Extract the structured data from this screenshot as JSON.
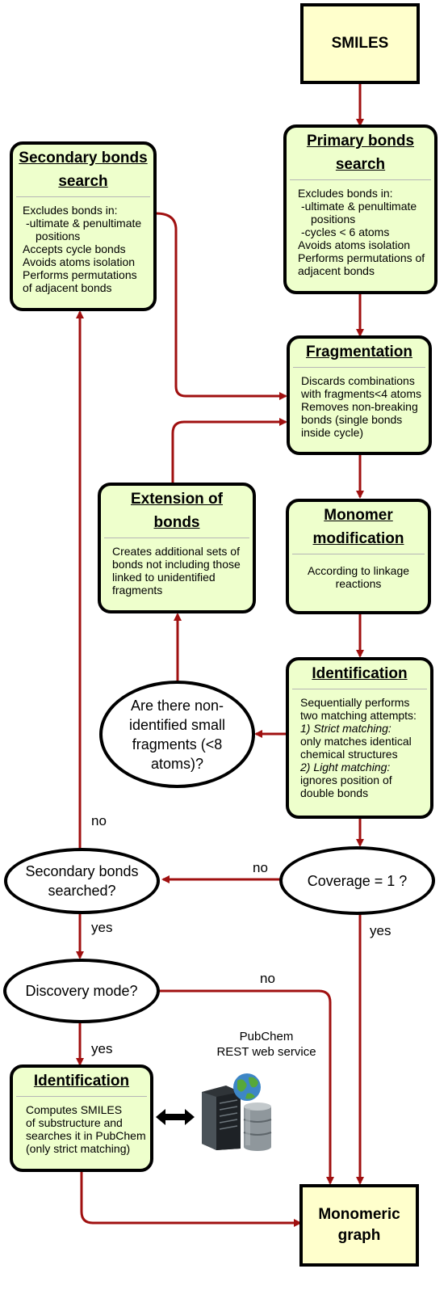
{
  "smiles": "SMILES",
  "primary": {
    "title1": "Primary bonds",
    "title2": "search",
    "lines": [
      "Excludes bonds in:",
      "  -ultimate & penultimate",
      "   positions",
      "  -cycles < 6 atoms",
      "Avoids atoms isolation",
      "Performs permutations of",
      "adjacent bonds"
    ]
  },
  "secondary": {
    "title1": "Secondary bonds",
    "title2": "search",
    "lines": [
      "Excludes bonds in:",
      "  -ultimate & penultimate",
      "   positions",
      "Accepts cycle bonds",
      "Avoids atoms isolation",
      "Performs permutations",
      "of adjacent bonds"
    ]
  },
  "fragmentation": {
    "title": "Fragmentation",
    "lines": [
      "Discards combinations",
      "with fragments<4 atoms",
      "Removes non-breaking",
      "bonds (single bonds",
      "inside cycle)"
    ]
  },
  "extension": {
    "title1": "Extension of",
    "title2": "bonds",
    "lines": [
      "Creates additional sets of",
      "bonds not including those",
      "linked to unidentified",
      "fragments"
    ]
  },
  "monomer": {
    "title1": "Monomer",
    "title2": "modification",
    "lines": [
      "According to linkage",
      "reactions"
    ]
  },
  "identification": {
    "title": "Identification",
    "l1": "Sequentially performs",
    "l2": "two matching attempts:",
    "l3": "1) Strict matching:",
    "l4": "only matches identical",
    "l5": "chemical structures",
    "l6": "2) Light matching:",
    "l7": "ignores position of",
    "l8": "double bonds"
  },
  "nonidentified": {
    "l1": "Are there non-",
    "l2": "identified small",
    "l3": "fragments (<8",
    "l4": "atoms)?"
  },
  "coverage": "Coverage = 1 ?",
  "secondary_searched": {
    "l1": "Secondary bonds",
    "l2": "searched?"
  },
  "discovery": "Discovery mode?",
  "identification2": {
    "title": "Identification",
    "lines": [
      "Computes SMILES",
      "of substructure and",
      "searches it in PubChem",
      "(only strict matching)"
    ]
  },
  "pubchem": {
    "l1": "PubChem",
    "l2": "REST web service"
  },
  "monomeric": {
    "l1": "Monomeric",
    "l2": "graph"
  },
  "labels": {
    "no_left": "no",
    "no_coverage": "no",
    "yes_coverage": "yes",
    "yes_secondary": "yes",
    "no_discovery": "no",
    "yes_discovery": "yes"
  },
  "colors": {
    "arrow": "#a01010",
    "box_fill": "#eeffcc",
    "terminal_fill": "#ffffcc"
  },
  "icons": [
    "server-database-icon",
    "globe-icon",
    "double-arrow-icon"
  ]
}
